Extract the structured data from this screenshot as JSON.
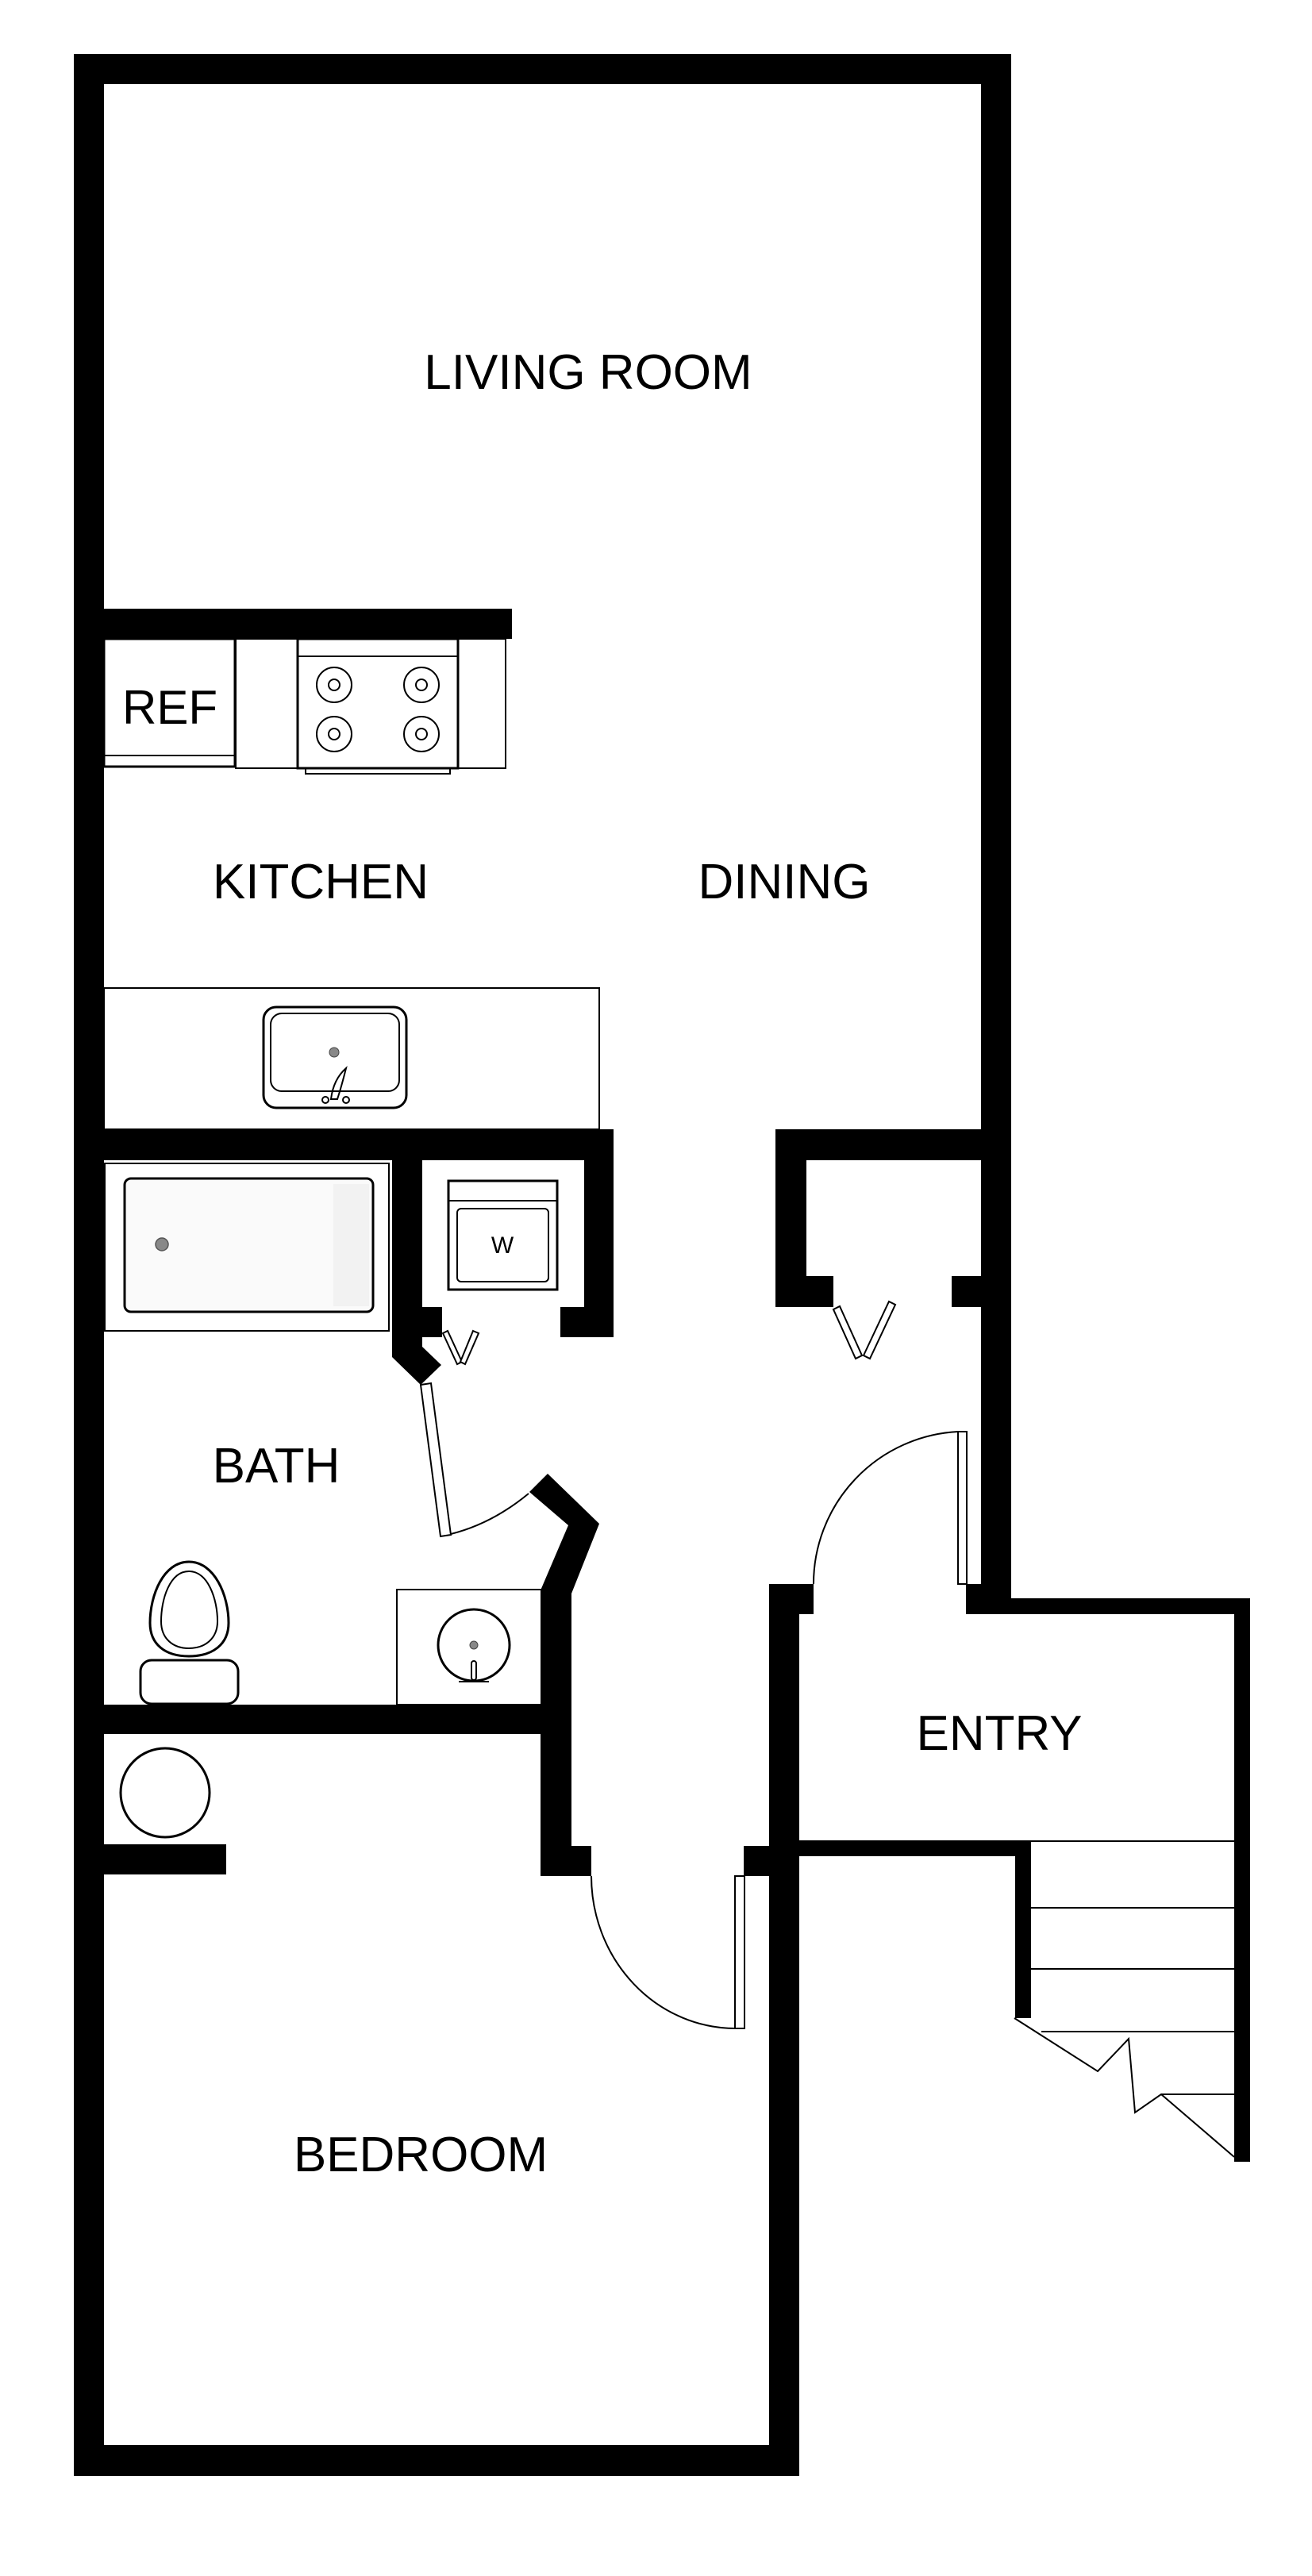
{
  "plan": {
    "colors": {
      "wall": "#000000",
      "background": "#ffffff",
      "drain": "#888888"
    },
    "rooms": {
      "living_room": "LIVING ROOM",
      "kitchen": "KITCHEN",
      "dining": "DINING",
      "bath": "BATH",
      "entry": "ENTRY",
      "bedroom": "BEDROOM"
    },
    "fixtures": {
      "refrigerator": "REF",
      "washer": "W"
    }
  }
}
